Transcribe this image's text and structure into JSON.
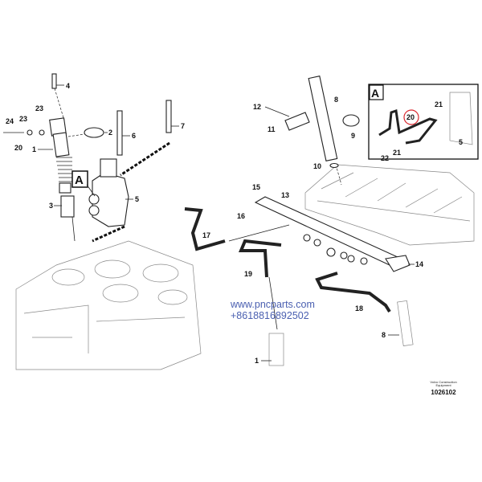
{
  "callouts": {
    "c4": "4",
    "c24": "24",
    "c23a": "23",
    "c23b": "23",
    "c20": "20",
    "c1a": "1",
    "c2": "2",
    "c6": "6",
    "c7": "7",
    "c5": "5",
    "c3": "3",
    "c17": "17",
    "c16": "16",
    "c12": "12",
    "c8a": "8",
    "c11": "11",
    "c9": "9",
    "c10": "10",
    "c15": "15",
    "c13": "13",
    "c19": "19",
    "c14": "14",
    "c18": "18",
    "c8b": "8",
    "c1b": "1"
  },
  "view_marker": "A",
  "inset": {
    "title": "A",
    "c21a": "21",
    "c20": "20",
    "c21b": "21",
    "c22": "22",
    "c5": "5",
    "highlight_color": "#d9272e"
  },
  "watermark": {
    "url": "www.pncparts.com",
    "phone": "+8618816892502",
    "color": "#4a5fb0"
  },
  "footer": {
    "brand_line1": "Volvo Construction",
    "brand_line2": "Equipment",
    "doc_number": "1026102"
  }
}
